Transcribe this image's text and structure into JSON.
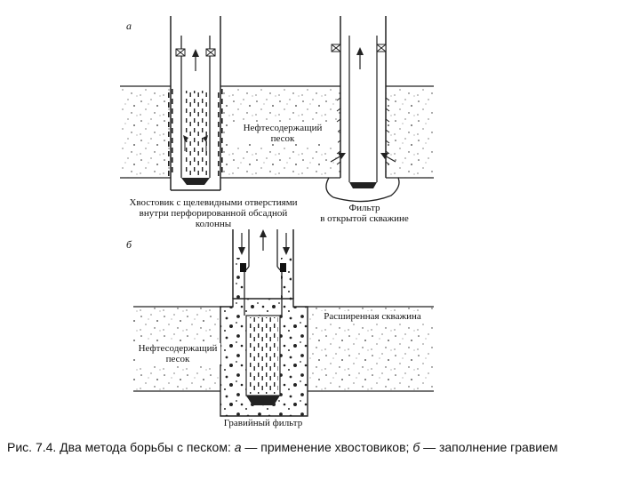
{
  "figure": {
    "panel_a_letter": "а",
    "panel_b_letter": "б",
    "label_sand_a": [
      "Нефтесодержащий",
      "песок"
    ],
    "label_liner": [
      "Хвостовик с щелевидными отверстиями",
      "внутри перфорированной обсадной",
      "колонны"
    ],
    "label_open_filter": [
      "Фильтр",
      "в открытой скважине"
    ],
    "label_enlarged": "Расширенная скважина",
    "label_sand_b": [
      "Нефтесодержащий",
      "песок"
    ],
    "label_gravel": "Гравийный фильтр"
  },
  "caption": {
    "prefix": "Рис. 7.4. Два метода борьбы с песком: ",
    "a_letter": "а",
    "a_text": " — применение хвостовиков; ",
    "b_letter": "б",
    "b_text": " — заполнение гравием"
  }
}
